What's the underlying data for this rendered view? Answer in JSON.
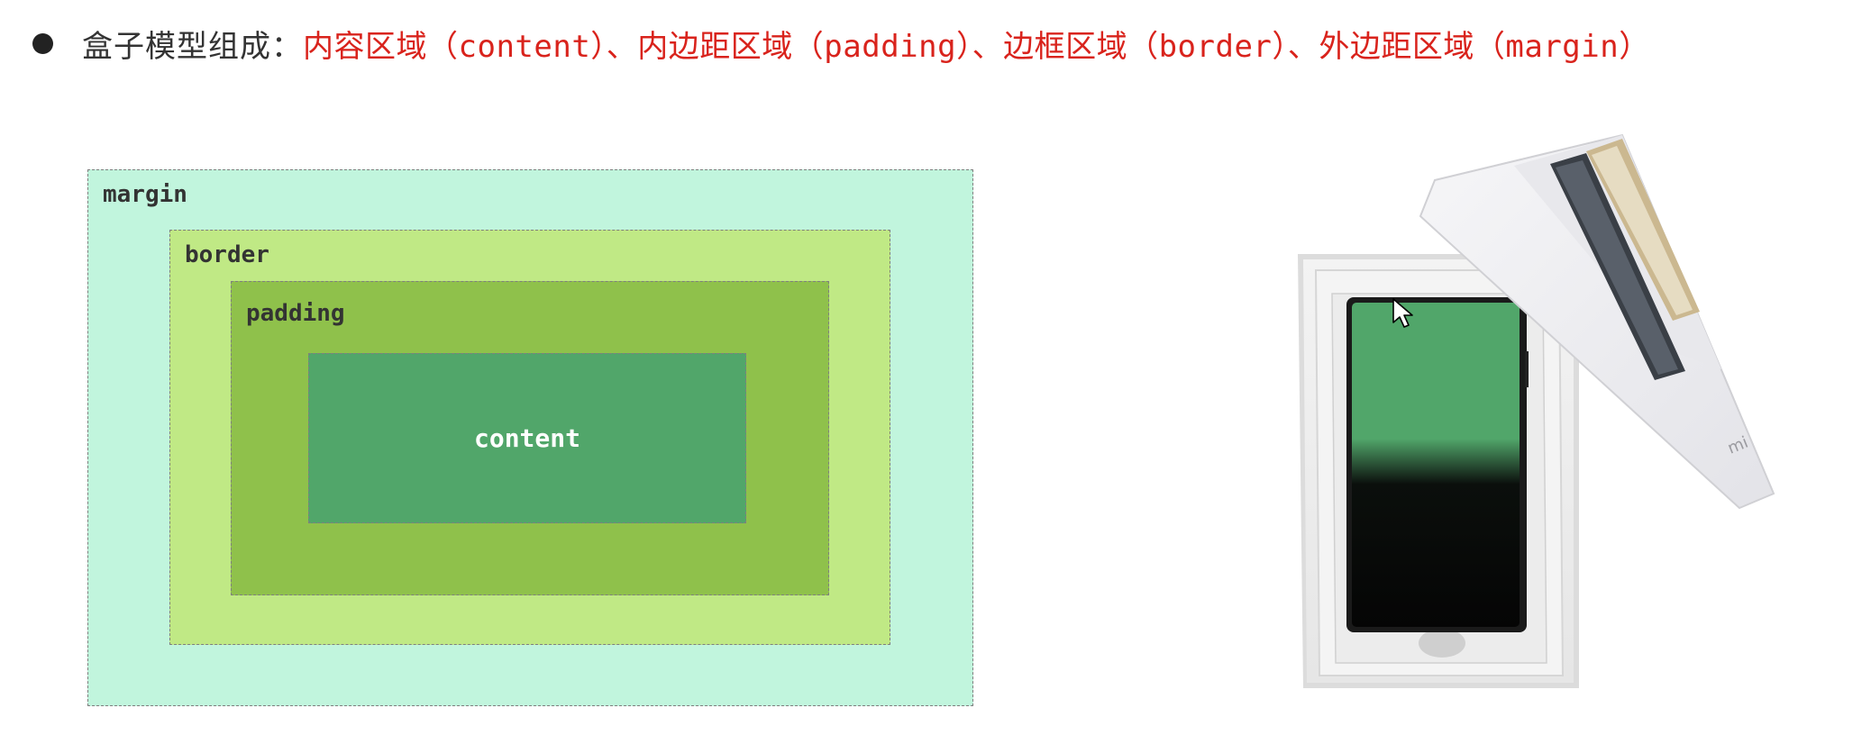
{
  "heading": {
    "lead": "盒子模型组成：",
    "parts": "内容区域（content）、内边距区域（padding）、边框区域（border）、外边距区域（margin）",
    "lead_color": "#333333",
    "accent_color": "#d9231c"
  },
  "diagram": {
    "margin": {
      "label": "margin",
      "fill": "#c1f5dd"
    },
    "border": {
      "label": "border",
      "fill": "#c0e985"
    },
    "padding": {
      "label": "padding",
      "fill": "#8fc14b"
    },
    "content": {
      "label": "content",
      "fill": "#51a66a"
    },
    "dashed_border_color": "#7f7f7f"
  },
  "illustration": {
    "subject": "phone-in-box",
    "lid_logo": "mi",
    "phone_screen_color": "#51a66a"
  }
}
